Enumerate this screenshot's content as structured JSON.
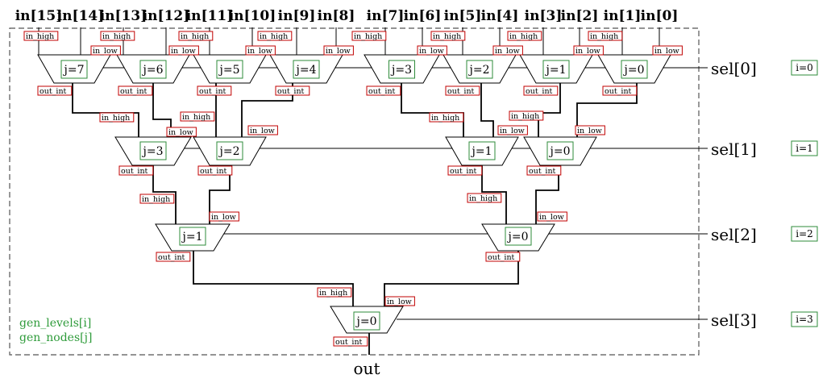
{
  "inputs": [
    "in[15]",
    "in[14]",
    "in[13]",
    "in[12]",
    "in[11]",
    "in[10]",
    "in[9]",
    "in[8]",
    "in[7]",
    "in[6]",
    "in[5]",
    "in[4]",
    "in[3]",
    "in[2]",
    "in[1]",
    "in[0]"
  ],
  "output_label": "out",
  "port_labels": {
    "in_high": "in_high",
    "in_low": "in_low",
    "out_int": "out_int"
  },
  "levels": [
    {
      "sel": "sel[0]",
      "level": "i=0",
      "nodes": [
        "j=7",
        "j=6",
        "j=5",
        "j=4",
        "j=3",
        "j=2",
        "j=1",
        "j=0"
      ]
    },
    {
      "sel": "sel[1]",
      "level": "i=1",
      "nodes": [
        "j=3",
        "j=2",
        "j=1",
        "j=0"
      ]
    },
    {
      "sel": "sel[2]",
      "level": "i=2",
      "nodes": [
        "j=1",
        "j=0"
      ]
    },
    {
      "sel": "sel[3]",
      "level": "i=3",
      "nodes": [
        "j=0"
      ]
    }
  ],
  "generate_labels": [
    "gen_levels[i]",
    "gen_nodes[j]"
  ],
  "colors": {
    "label_border": "#c00000",
    "node_border": "#2e8b3a",
    "generate_text": "#2e9b3a",
    "wire": "#000000"
  }
}
